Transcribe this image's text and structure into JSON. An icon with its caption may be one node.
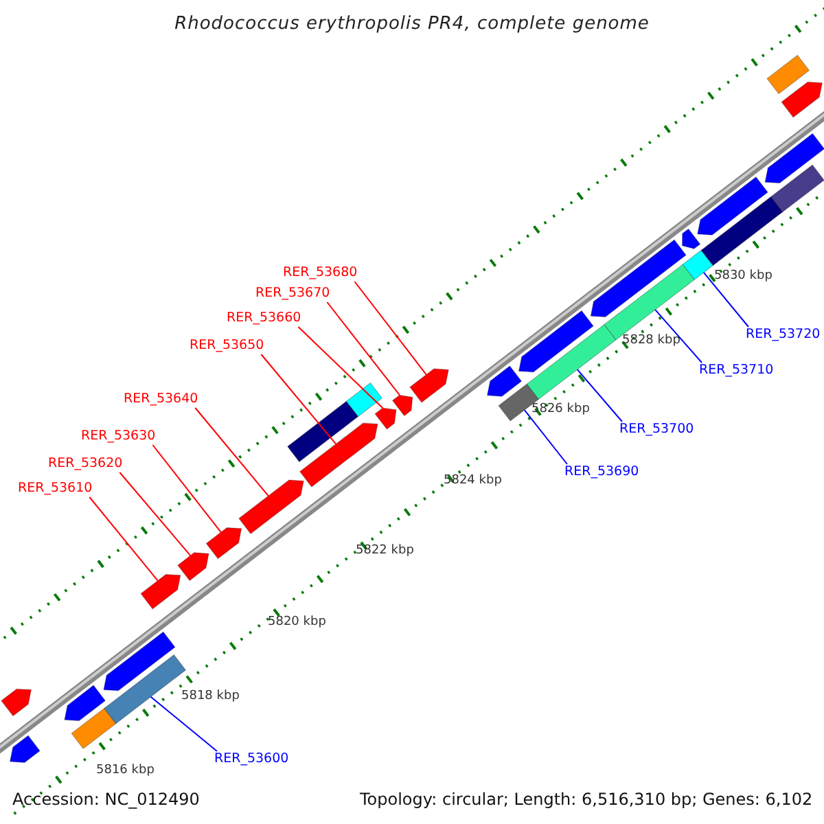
{
  "diagram": {
    "title": "Rhodococcus erythropolis PR4, complete genome",
    "nodes": [
      {
        "text": [
          "RER_53610"
        ]
      },
      {
        "text": [
          "RER_53620"
        ]
      },
      {
        "text": [
          "RER_53630"
        ]
      },
      {
        "text": [
          "RER_53640"
        ]
      },
      {
        "text": [
          "RER_53650"
        ]
      },
      {
        "text": [
          "RER_53660"
        ]
      },
      {
        "text": [
          "RER_53670"
        ]
      },
      {
        "text": [
          "RER_53680"
        ]
      },
      {
        "text": [
          "RER_53600"
        ]
      },
      {
        "text": [
          "RER_53690"
        ]
      },
      {
        "text": [
          "RER_53700"
        ]
      },
      {
        "text": [
          "RER_53710"
        ]
      },
      {
        "text": [
          "RER_53720"
        ]
      },
      {
        "text": [],
        "shape": "arrow"
      },
      {
        "text": [],
        "shape": "arrow"
      },
      {
        "text": [],
        "shape": "bar"
      },
      {
        "text": [],
        "shape": "arrow"
      },
      {
        "text": [],
        "shape": "bar"
      },
      {
        "text": [],
        "shape": "arrow"
      },
      {
        "text": [],
        "shape": "arrow"
      },
      {
        "text": [],
        "shape": "arrow"
      },
      {
        "text": [],
        "shape": "arrow"
      },
      {
        "text": [],
        "shape": "arrow"
      },
      {
        "text": [],
        "shape": "arrow"
      },
      {
        "text": [],
        "shape": "bar"
      },
      {
        "text": [],
        "shape": "bar"
      },
      {
        "text": [],
        "shape": "arrow"
      },
      {
        "text": [],
        "shape": "arrow"
      },
      {
        "text": [],
        "shape": "arrow"
      },
      {
        "text": [],
        "shape": "arrow"
      },
      {
        "text": [],
        "shape": "bar"
      },
      {
        "text": [],
        "shape": "arrow"
      },
      {
        "text": [],
        "shape": "bar"
      },
      {
        "text": [],
        "shape": "arrow"
      },
      {
        "text": [],
        "shape": "bar"
      },
      {
        "text": [],
        "shape": "bar"
      },
      {
        "text": [],
        "shape": "arrow"
      },
      {
        "text": [],
        "shape": "bar"
      },
      {
        "text": [],
        "shape": "arrow"
      },
      {
        "text": [],
        "shape": "bar"
      },
      {
        "text": [],
        "shape": "arrow"
      },
      {
        "text": [],
        "shape": "arrow"
      },
      {
        "text": [],
        "shape": "bar"
      }
    ],
    "edges": [
      {
        "from": 0,
        "to": 19,
        "arrow": "none"
      },
      {
        "from": 1,
        "to": 20,
        "arrow": "none"
      },
      {
        "from": 2,
        "to": 21,
        "arrow": "none"
      },
      {
        "from": 3,
        "to": 22,
        "arrow": "none"
      },
      {
        "from": 4,
        "to": 23,
        "arrow": "none"
      },
      {
        "from": 5,
        "to": 26,
        "arrow": "none"
      },
      {
        "from": 6,
        "to": 27,
        "arrow": "none"
      },
      {
        "from": 7,
        "to": 28,
        "arrow": "none"
      },
      {
        "from": 8,
        "to": 17,
        "arrow": "none",
        "color": "#0000ff"
      },
      {
        "from": 9,
        "to": 30,
        "arrow": "none",
        "color": "#0000ff"
      },
      {
        "from": 10,
        "to": 32,
        "arrow": "none",
        "color": "#0000ff"
      },
      {
        "from": 11,
        "to": 34,
        "arrow": "none",
        "color": "#0000ff"
      },
      {
        "from": 12,
        "to": 35,
        "arrow": "none",
        "color": "#0000ff"
      }
    ],
    "labels": [
      "5816 kbp",
      "5818 kbp",
      "5820 kbp",
      "5822 kbp",
      "5824 kbp",
      "5826 kbp",
      "5828 kbp",
      "5830 kbp",
      "Accession: NC_012490",
      "Topology: circular; Length: 6,516,310 bp; Genes: 6,102"
    ]
  }
}
